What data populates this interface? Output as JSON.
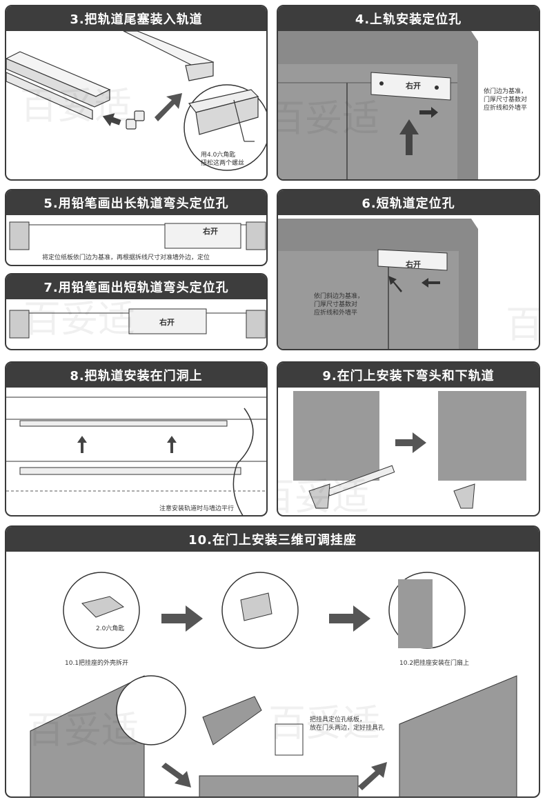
{
  "steps": {
    "s3": {
      "title": "3.把轨道尾塞装入轨道",
      "note": "用4.0六角匙\n扭松这两个螺丝"
    },
    "s4": {
      "title": "4.上轨安装定位孔",
      "note": "依门边为基准，\n门厚尺寸基数对\n应折线和外墙平",
      "label": "右开"
    },
    "s5": {
      "title": "5.用铅笔画出长轨道弯头定位孔",
      "note": "将定位纸板依门边为基准，再根据拆线尺寸对准墙外边，定位",
      "label": "右开"
    },
    "s6": {
      "title": "6.短轨道定位孔",
      "note": "依门斜边为基准，\n门厚尺寸基数对\n应折线和外墙平",
      "label": "右开"
    },
    "s7": {
      "title": "7.用铅笔画出短轨道弯头定位孔",
      "label": "右开"
    },
    "s8": {
      "title": "8.把轨道安装在门洞上",
      "note": "注意安装轨道时与墙边平行"
    },
    "s9": {
      "title": "9.在门上安装下弯头和下轨道"
    },
    "s10": {
      "title": "10.在门上安装三维可调挂座",
      "tool": "2.0六角匙",
      "sub1": "10.1把挂座的外壳拆开",
      "sub2": "10.2把挂座安装在门扇上",
      "note": "把挂具定位孔纸板，\n放在门头两边，定好挂具孔"
    }
  },
  "watermark": "百妥适",
  "colors": {
    "header": "#3d3d3d",
    "wall": "#8a8a8a",
    "door": "#9a9a9a",
    "line": "#333333"
  }
}
